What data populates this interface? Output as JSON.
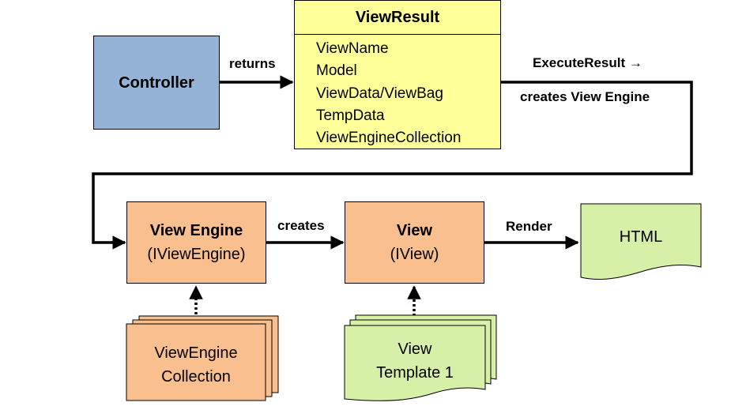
{
  "controller": {
    "label": "Controller"
  },
  "view_result": {
    "title": "ViewResult",
    "properties": [
      "ViewName",
      "Model",
      "ViewData/ViewBag",
      "TempData",
      "ViewEngineCollection"
    ]
  },
  "edges": {
    "returns": "returns",
    "execute_result": "ExecuteResult →",
    "creates_view_engine": "creates View Engine",
    "creates": "creates",
    "render": "Render"
  },
  "view_engine": {
    "title": "View Engine",
    "subtitle": "(IViewEngine)"
  },
  "view": {
    "title": "View",
    "subtitle": "(IView)"
  },
  "html_doc": {
    "label": "HTML"
  },
  "view_engine_collection": {
    "line1": "ViewEngine",
    "line2": "Collection"
  },
  "view_template": {
    "line1": "View",
    "line2": "Template 1"
  },
  "colors": {
    "controller_fill": "#95b3d7",
    "view_result_fill": "#ffff99",
    "engine_fill": "#fabf8f",
    "document_fill": "#d7f0a8"
  }
}
